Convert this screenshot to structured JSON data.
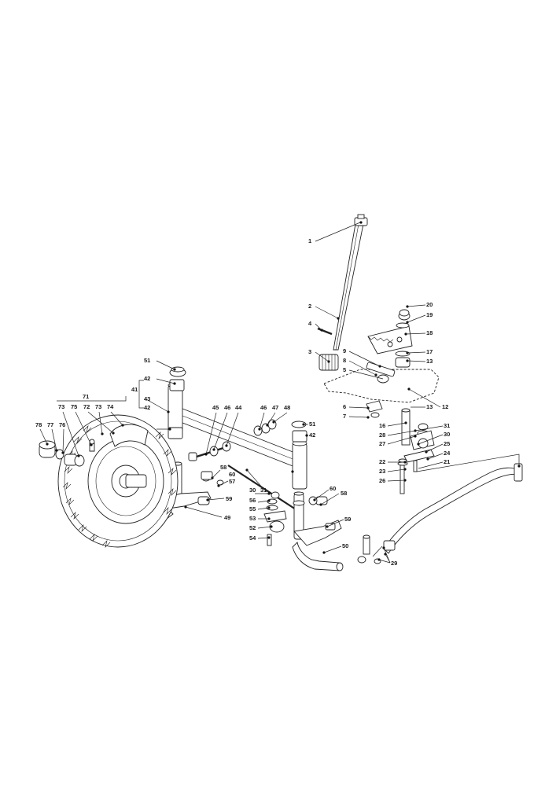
{
  "diagram": {
    "title": "",
    "callouts": [
      "1",
      "2",
      "4",
      "3",
      "20",
      "19",
      "18",
      "17",
      "13",
      "9",
      "8",
      "5",
      "12",
      "6",
      "7",
      "13",
      "16",
      "31",
      "28",
      "30",
      "27",
      "25",
      "24",
      "21",
      "22",
      "23",
      "26",
      "51",
      "42",
      "41",
      "43",
      "42",
      "45",
      "46",
      "44",
      "46",
      "47",
      "48",
      "51",
      "42",
      "71",
      "73",
      "75",
      "72",
      "73",
      "74",
      "78",
      "77",
      "76",
      "58",
      "60",
      "57",
      "59",
      "49",
      "30",
      "31",
      "56",
      "55",
      "53",
      "52",
      "54",
      "60",
      "58",
      "59",
      "50",
      "29"
    ]
  }
}
